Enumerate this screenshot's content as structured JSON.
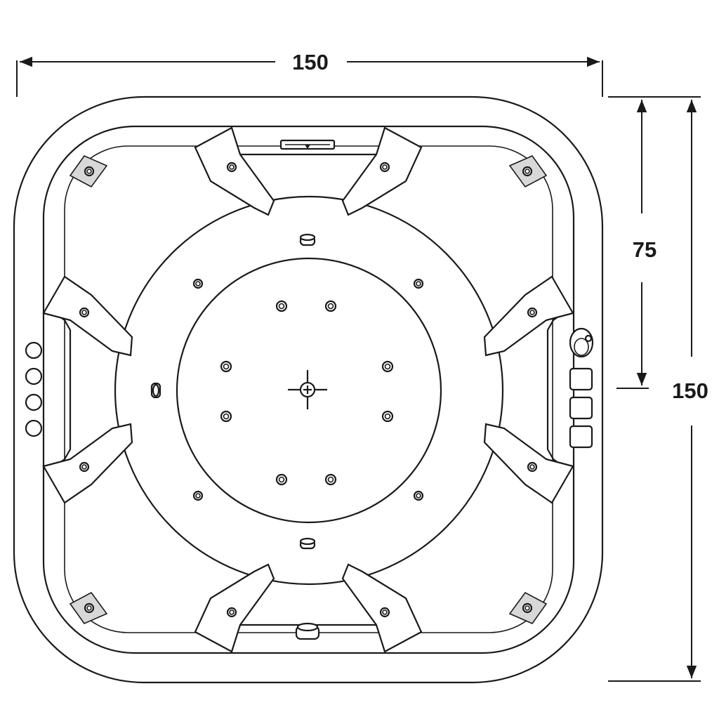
{
  "dimensions": {
    "width_label": "150",
    "depth_label": "150",
    "half_depth_label": "75"
  }
}
